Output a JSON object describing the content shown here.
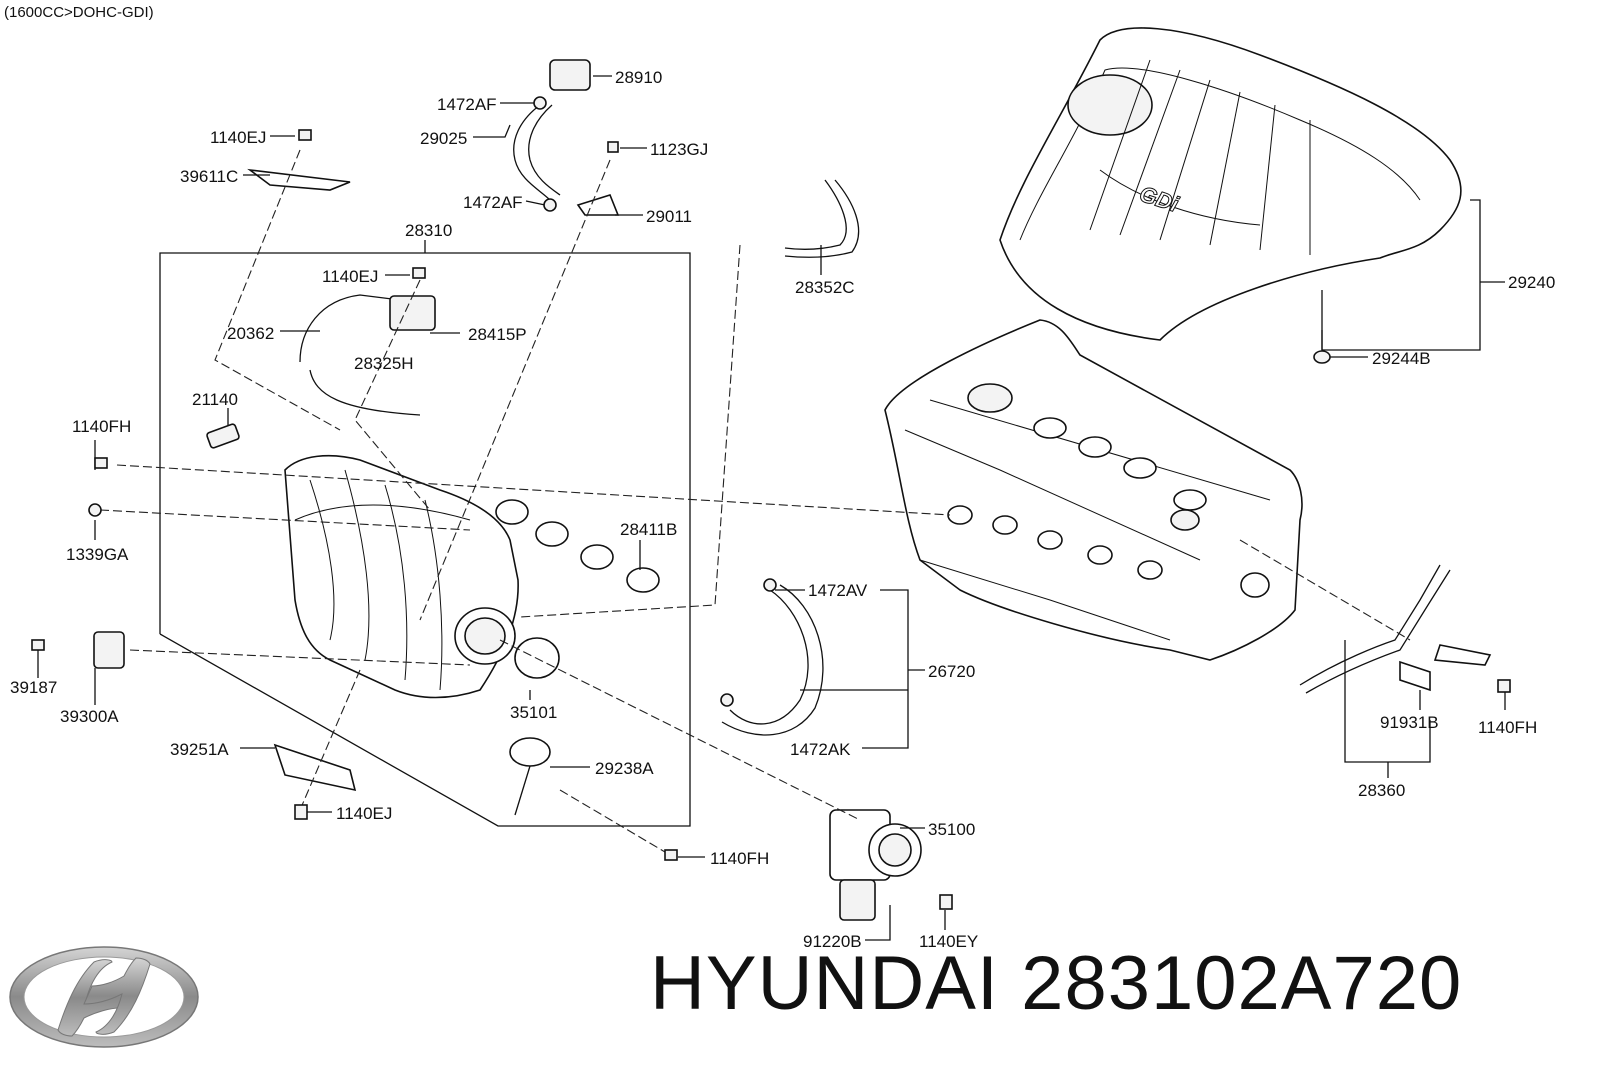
{
  "header": {
    "variant": "(1600CC>DOHC-GDI)"
  },
  "brand": {
    "name": "HYUNDAI",
    "part_number": "283102A720",
    "logo_icon": "hyundai-logo-icon",
    "cover_text": "GDi"
  },
  "callouts": {
    "c28910": "28910",
    "c1472AF_top": "1472AF",
    "c29025": "29025",
    "c1123GJ": "1123GJ",
    "c1472AF_bot": "1472AF",
    "c29011": "29011",
    "c1140EJ_top": "1140EJ",
    "c39611C": "39611C",
    "c28310": "28310",
    "c1140EJ_mid": "1140EJ",
    "c20362": "20362",
    "c28415P": "28415P",
    "c28325H": "28325H",
    "c21140": "21140",
    "c1140FH_left": "1140FH",
    "c1339GA": "1339GA",
    "c28411B": "28411B",
    "c39187": "39187",
    "c39300A": "39300A",
    "c35101": "35101",
    "c39251A": "39251A",
    "c29238A": "29238A",
    "c1140EJ_bot": "1140EJ",
    "c1140FH_bot": "1140FH",
    "c28352C": "28352C",
    "c29240": "29240",
    "c29244B": "29244B",
    "c1472AV": "1472AV",
    "c26720": "26720",
    "c1472AK": "1472AK",
    "c35100": "35100",
    "c91220B": "91220B",
    "c1140EY": "1140EY",
    "c91931B": "91931B",
    "c1140FH_right": "1140FH",
    "c28360": "28360"
  }
}
